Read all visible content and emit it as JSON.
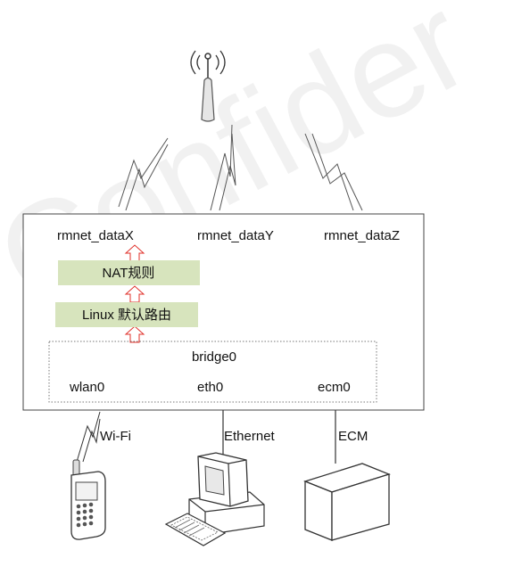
{
  "watermark": "Confider",
  "interfaces": {
    "rmnet_x": "rmnet_dataX",
    "rmnet_y": "rmnet_dataY",
    "rmnet_z": "rmnet_dataZ"
  },
  "nat_rules": "NAT规则",
  "linux_routing": "Linux 默认路由",
  "bridge": {
    "name": "bridge0",
    "wlan": "wlan0",
    "eth": "eth0",
    "ecm": "ecm0"
  },
  "devices": {
    "wifi_label": "Wi-Fi",
    "ethernet_label": "Ethernet",
    "ecm_label": "ECM"
  },
  "colors": {
    "box_fill": "#d7e4bd",
    "arrow": "#e0302a",
    "line": "#444444"
  }
}
